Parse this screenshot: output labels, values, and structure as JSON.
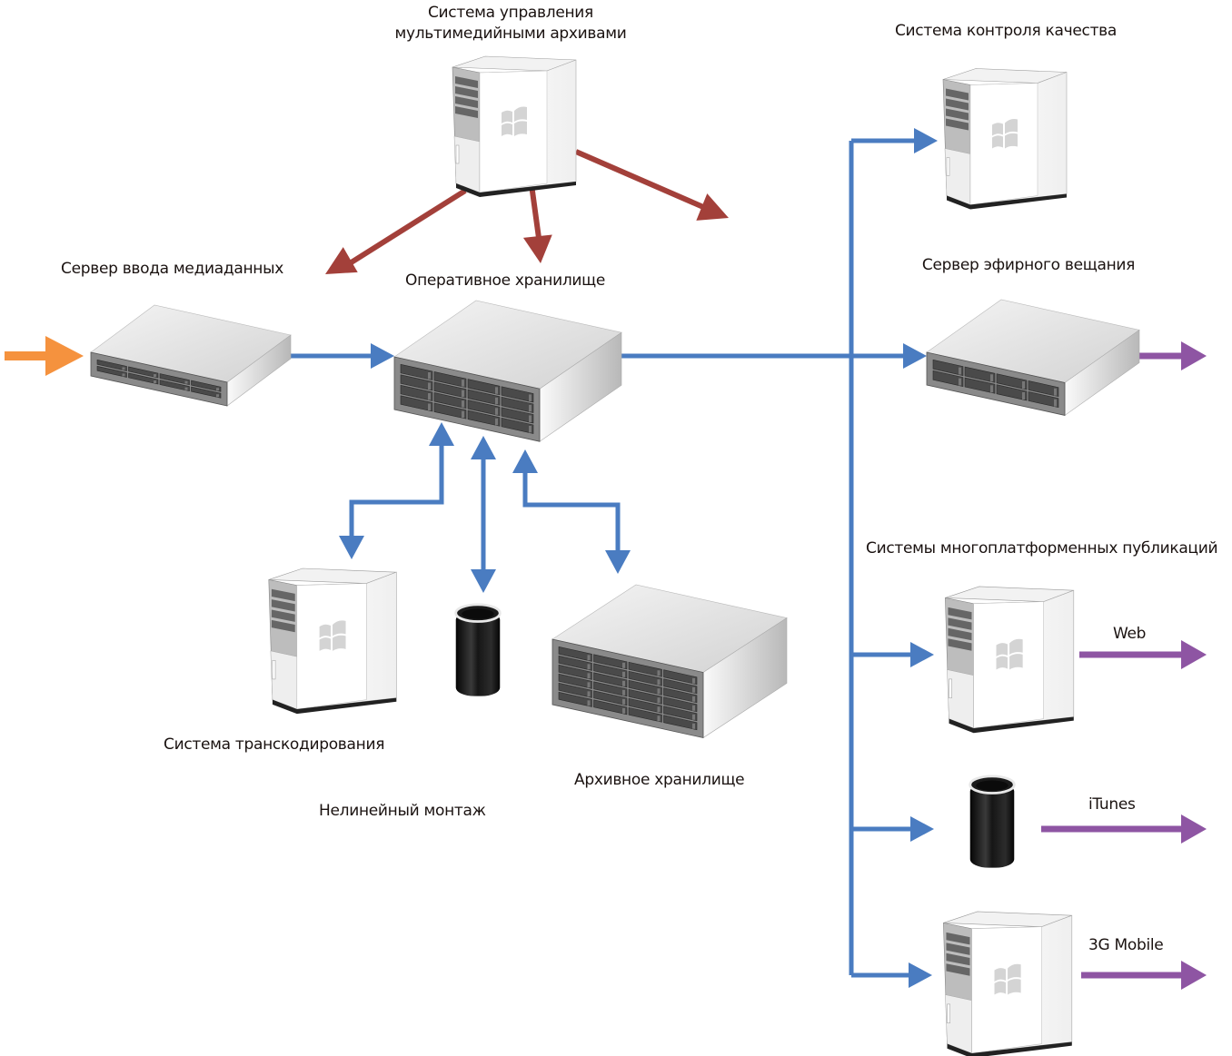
{
  "colors": {
    "flow": "#4a7cc1",
    "control": "#a3403a",
    "input": "#f5923e",
    "output": "#8e55a3",
    "text": "#1a1210"
  },
  "nodes": {
    "mam": {
      "label_line1": "Система управления",
      "label_line2": "мультимедийными архивами",
      "device": "tower-workstation"
    },
    "ingest": {
      "label": "Сервер ввода медиаданных",
      "device": "rack-server-1u"
    },
    "online_storage": {
      "label": "Оперативное хранилище",
      "device": "rack-storage-3u"
    },
    "qc": {
      "label": "Система контроля качества",
      "device": "tower-workstation"
    },
    "playout": {
      "label": "Сервер эфирного вещания",
      "device": "rack-server-2u"
    },
    "transcode": {
      "label": "Система транскодирования",
      "device": "tower-workstation"
    },
    "nle": {
      "label": "Нелинейный монтаж",
      "device": "cylinder-workstation"
    },
    "archive": {
      "label": "Архивное хранилище",
      "device": "rack-storage-4u"
    },
    "multiplatform": {
      "label": "Системы многоплатформенных публикаций"
    },
    "web": {
      "label": "Web",
      "device": "tower-workstation"
    },
    "itunes": {
      "label": "iTunes",
      "device": "cylinder-workstation"
    },
    "mobile": {
      "label": "3G Mobile",
      "device": "tower-workstation"
    }
  },
  "connections": [
    {
      "from": "external",
      "to": "ingest",
      "type": "input"
    },
    {
      "from": "ingest",
      "to": "online_storage",
      "type": "flow"
    },
    {
      "from": "mam",
      "to": "ingest",
      "type": "control"
    },
    {
      "from": "mam",
      "to": "online_storage",
      "type": "control"
    },
    {
      "from": "mam",
      "to": "right-side",
      "type": "control"
    },
    {
      "from": "online_storage",
      "to": "transcode",
      "type": "flow-bidirectional"
    },
    {
      "from": "online_storage",
      "to": "nle",
      "type": "flow-bidirectional"
    },
    {
      "from": "online_storage",
      "to": "archive",
      "type": "flow-bidirectional"
    },
    {
      "from": "online_storage",
      "to": "qc",
      "type": "flow"
    },
    {
      "from": "online_storage",
      "to": "playout",
      "type": "flow"
    },
    {
      "from": "online_storage",
      "to": "web",
      "type": "flow"
    },
    {
      "from": "online_storage",
      "to": "itunes",
      "type": "flow"
    },
    {
      "from": "online_storage",
      "to": "mobile",
      "type": "flow"
    },
    {
      "from": "playout",
      "to": "external",
      "type": "output"
    },
    {
      "from": "web",
      "to": "external",
      "type": "output"
    },
    {
      "from": "itunes",
      "to": "external",
      "type": "output"
    },
    {
      "from": "mobile",
      "to": "external",
      "type": "output"
    }
  ]
}
